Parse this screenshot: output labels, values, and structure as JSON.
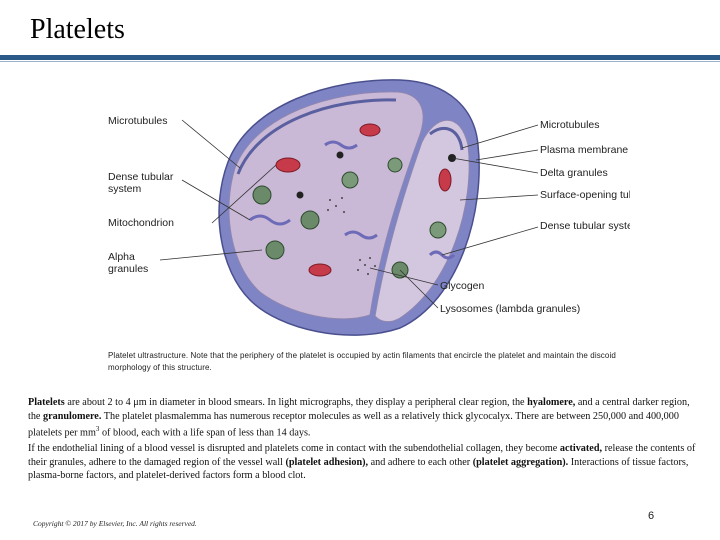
{
  "slide": {
    "title": "Platelets",
    "page_number": "6",
    "copyright": "Copyright © 2017 by Elsevier, Inc. All rights reserved."
  },
  "figure": {
    "labels_left": {
      "microtubules": "Microtubules",
      "dense_tubular_1": "Dense tubular",
      "dense_tubular_2": "system",
      "mitochondrion": "Mitochondrion",
      "alpha_1": "Alpha",
      "alpha_2": "granules"
    },
    "labels_right": {
      "microtubules": "Microtubules",
      "plasma_membrane": "Plasma membrane",
      "delta_granules": "Delta granules",
      "surface_opening": "Surface-opening tubule",
      "dense_tubular": "Dense tubular system",
      "glycogen": "Glycogen",
      "lysosomes": "Lysosomes (lambda granules)"
    },
    "colors": {
      "membrane": "#7e84c4",
      "cytoplasm": "#c9b9d6",
      "mitochondria": "#c63a4a",
      "alpha_granule": "#6a8a6a",
      "tubular": "#6d6ab8"
    }
  },
  "caption": {
    "line1": "Platelet ultrastructure. Note that the periphery of the platelet is occupied by actin filaments that encircle the platelet and maintain the discoid",
    "line2": "morphology of this structure."
  },
  "para1": {
    "s1": "Platelets",
    "s2": " are about 2 to 4 μm in diameter in blood smears. In light micrographs, they display a peripheral clear region, the ",
    "s3": "hyalomere,",
    "s4": " and a central darker region, the ",
    "s5": "granulomere.",
    "s6": " The platelet plasmalemma has numerous receptor molecules as well as a relatively thick glycocalyx. There are between 250,000 and 400,000 platelets per mm",
    "s6_sup": "3",
    "s7": " of blood, each with a life span of less than 14 days."
  },
  "para2": {
    "s1": "If the endothelial lining of a blood vessel is disrupted and platelets come in contact with the subendothelial collagen, they become ",
    "s2": "activated,",
    "s3": " release the contents of their granules, adhere to the damaged region of the vessel wall ",
    "s4": "(platelet adhesion),",
    "s5": " and adhere to each other ",
    "s6": "(platelet aggregation).",
    "s7": " Interactions of tissue factors, plasma-borne factors, and platelet-derived factors form a blood clot."
  }
}
